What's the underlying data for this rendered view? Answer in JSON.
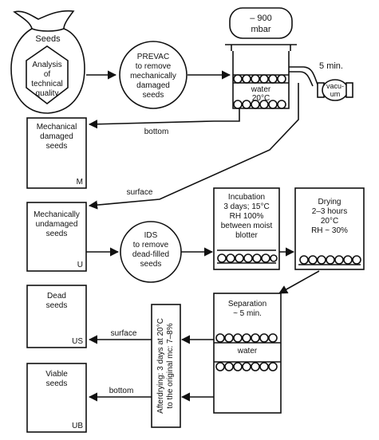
{
  "seed_bag": {
    "label": "Seeds",
    "hexagon_lines": [
      "Analysis",
      "of",
      "technical",
      "quality"
    ]
  },
  "prevac": {
    "lines": [
      "PREVAC",
      "to remove",
      "mechanically",
      "damaged",
      "seeds"
    ]
  },
  "vacuum": {
    "pressure_lines": [
      "– 900",
      "mbar"
    ],
    "time": "5 min.",
    "pump_lines": [
      "vacu-",
      "um"
    ],
    "water_lines": [
      "water",
      "20°C"
    ]
  },
  "flow_labels": {
    "bottom_1": "bottom",
    "surface_1": "surface",
    "surface_2": "surface",
    "bottom_2": "bottom"
  },
  "boxes": {
    "mechanical_damaged": {
      "lines": [
        "Mechanical",
        "damaged",
        "seeds"
      ],
      "code": "M"
    },
    "mechanically_undamaged": {
      "lines": [
        "Mechanically",
        "undamaged",
        "seeds"
      ],
      "code": "U"
    },
    "dead": {
      "lines": [
        "Dead",
        "seeds"
      ],
      "code": "US"
    },
    "viable": {
      "lines": [
        "Viable",
        "seeds"
      ],
      "code": "UB"
    }
  },
  "ids": {
    "lines": [
      "IDS",
      "to remove",
      "dead-filled",
      "seeds"
    ]
  },
  "incubation": {
    "lines": [
      "Incubation",
      "3 days; 15°C",
      "RH 100%",
      "between moist",
      "blotter"
    ]
  },
  "drying": {
    "lines": [
      "Drying",
      "2–3 hours",
      "20°C",
      "RH ~ 30%"
    ]
  },
  "separation": {
    "lines": [
      "Separation",
      "~ 5 min."
    ],
    "water": "water"
  },
  "afterdrying": {
    "lines": [
      "Afterdrying: 3 days at 20°C",
      "to the original mc: 7–8%"
    ]
  }
}
